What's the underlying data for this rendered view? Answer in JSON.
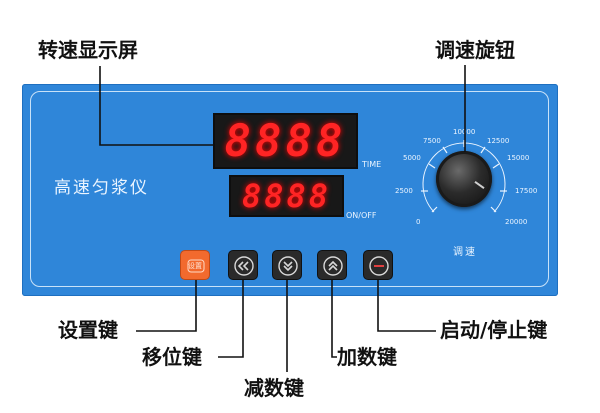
{
  "callouts": {
    "speed_display": "转速显示屏",
    "speed_knob": "调速旋钮",
    "set_key": "设置键",
    "shift_key": "移位键",
    "decrease_key": "减数键",
    "increase_key": "加数键",
    "start_stop_key": "启动/停止键"
  },
  "panel": {
    "device_name": "高速匀浆仪",
    "speed_digits": "8888",
    "time_digits": "8888",
    "time_label": "TIME",
    "onoff_label": "ON/OFF",
    "knob_label": "调速",
    "scale": [
      "0",
      "2500",
      "5000",
      "7500",
      "10000",
      "12500",
      "15000",
      "17500",
      "20000"
    ],
    "set_button_text": "设置"
  },
  "colors": {
    "panel": "#2f86d9",
    "set_button": "#f26a2e",
    "led": "#ff2424"
  },
  "icons": {
    "set": "set-icon",
    "shift": "double-chevron-left-icon",
    "decrease": "double-chevron-down-icon",
    "increase": "double-chevron-up-icon",
    "start_stop": "minus-icon"
  }
}
